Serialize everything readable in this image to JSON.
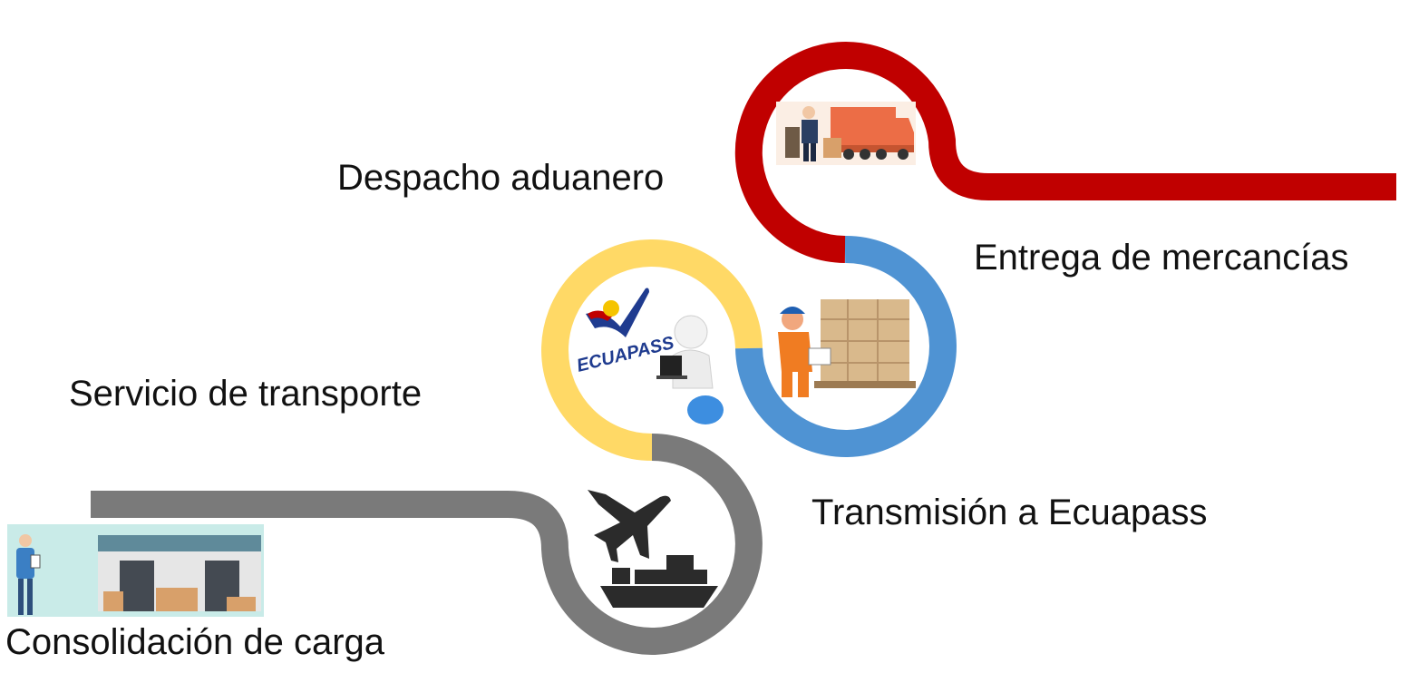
{
  "steps": [
    {
      "id": "consolidacion",
      "label": "Consolidación de carga",
      "color": "#7a7a7a",
      "icon": "warehouse-icon"
    },
    {
      "id": "servicio",
      "label": "Servicio de transporte",
      "color": "#7a7a7a",
      "icon": "plane-and-ship-icon"
    },
    {
      "id": "transmision",
      "label": "Transmisión a Ecuapass",
      "color": "#ffd966",
      "icon": "ecuapass-computer-icon"
    },
    {
      "id": "despacho",
      "label": "Despacho aduanero",
      "color": "#4f93d3",
      "icon": "warehouse-worker-icon"
    },
    {
      "id": "entrega",
      "label": "Entrega de mercancías",
      "color": "#c00000",
      "icon": "delivery-truck-icon"
    }
  ],
  "logo": {
    "text": "ECUAPASS"
  }
}
